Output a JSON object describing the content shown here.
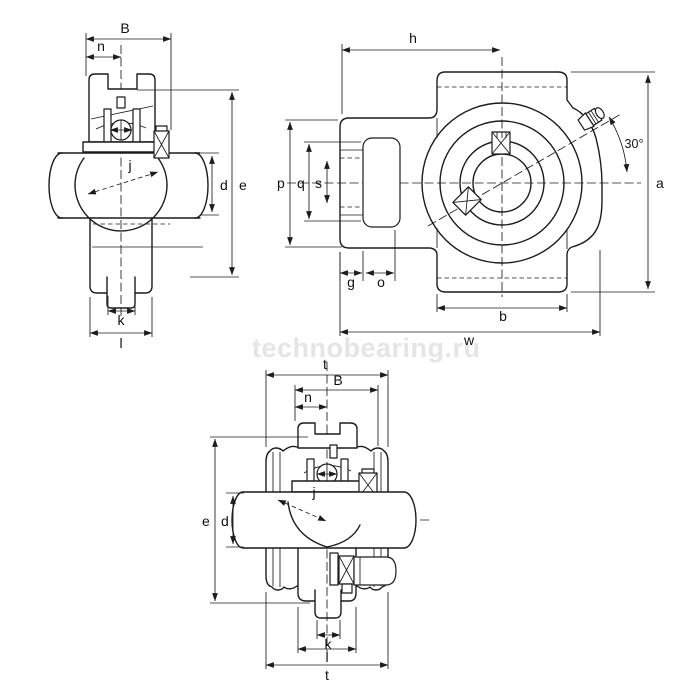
{
  "watermark": "technobearing.ru",
  "labels": {
    "B": "B",
    "n": "n",
    "d": "d",
    "e": "e",
    "j": "j",
    "k": "k",
    "l": "l",
    "h": "h",
    "a": "a",
    "p": "p",
    "q": "q",
    "s": "s",
    "g": "g",
    "o": "o",
    "b": "b",
    "w": "w",
    "t": "t",
    "angle": "30°"
  },
  "colors": {
    "background": "#ffffff",
    "line": "#1c1c1c",
    "watermark": "#e5e5e5"
  }
}
